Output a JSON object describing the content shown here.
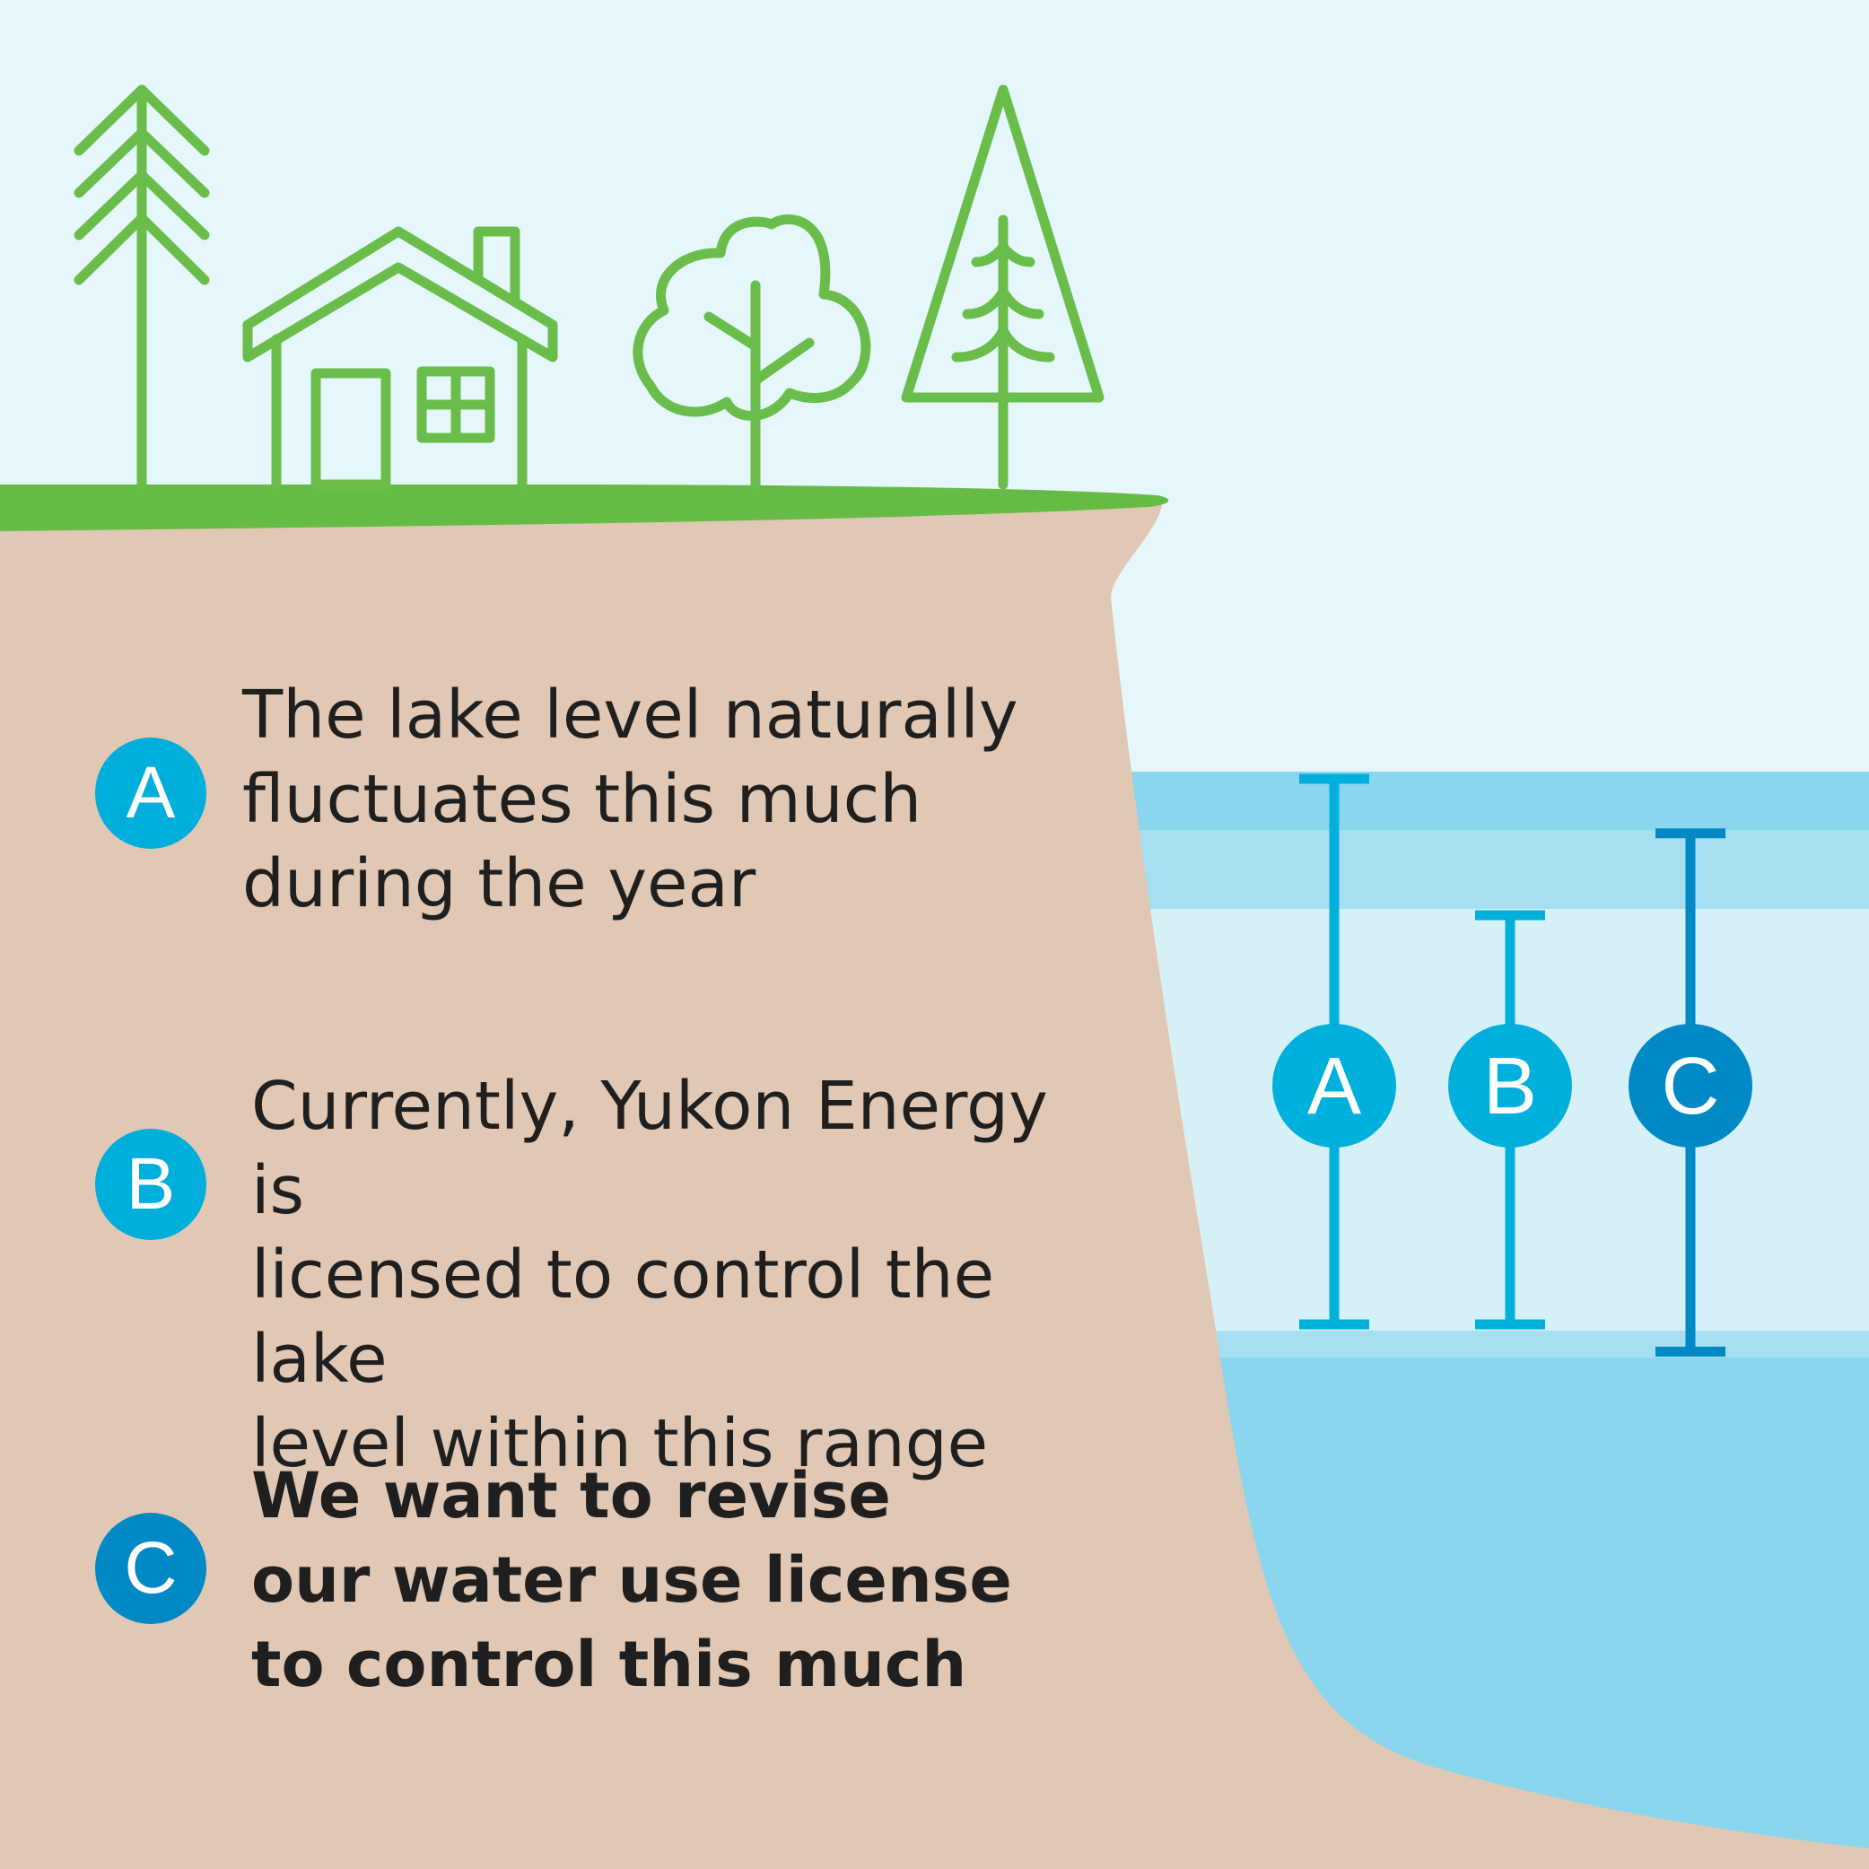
{
  "colors": {
    "sky": "#e6f7fc",
    "grass": "#66bb46",
    "icon_stroke": "#6abd4b",
    "soil": "#e0c8b4",
    "water_deep": "#8ad6ee",
    "water_band": "#a6dff1",
    "water_light": "#d6f0f8",
    "marker_a": "#00b0dc",
    "marker_b": "#00b0dc",
    "marker_c": "#0089c4"
  },
  "icons": [
    "pine-tree-icon",
    "house-icon",
    "deciduous-tree-icon",
    "triangle-tree-icon"
  ],
  "legend": [
    {
      "badge": "A",
      "text": "The lake level naturally\nfluctuates this much\nduring the year",
      "bold": false,
      "color": "#00aedb"
    },
    {
      "badge": "B",
      "text": "Currently, Yukon Energy is\nlicensed to control the lake\nlevel within this range",
      "bold": false,
      "color": "#00aedb"
    },
    {
      "badge": "C",
      "text": "We want to revise\nour water use license\nto control this much",
      "bold": true,
      "color": "#0089c4"
    }
  ],
  "markers": [
    {
      "label": "A",
      "range_top": 0,
      "range_bottom": 1.0
    },
    {
      "label": "B",
      "range_top": 0.25,
      "range_bottom": 1.0
    },
    {
      "label": "C",
      "range_top": 0.1,
      "range_bottom": 1.05
    }
  ]
}
